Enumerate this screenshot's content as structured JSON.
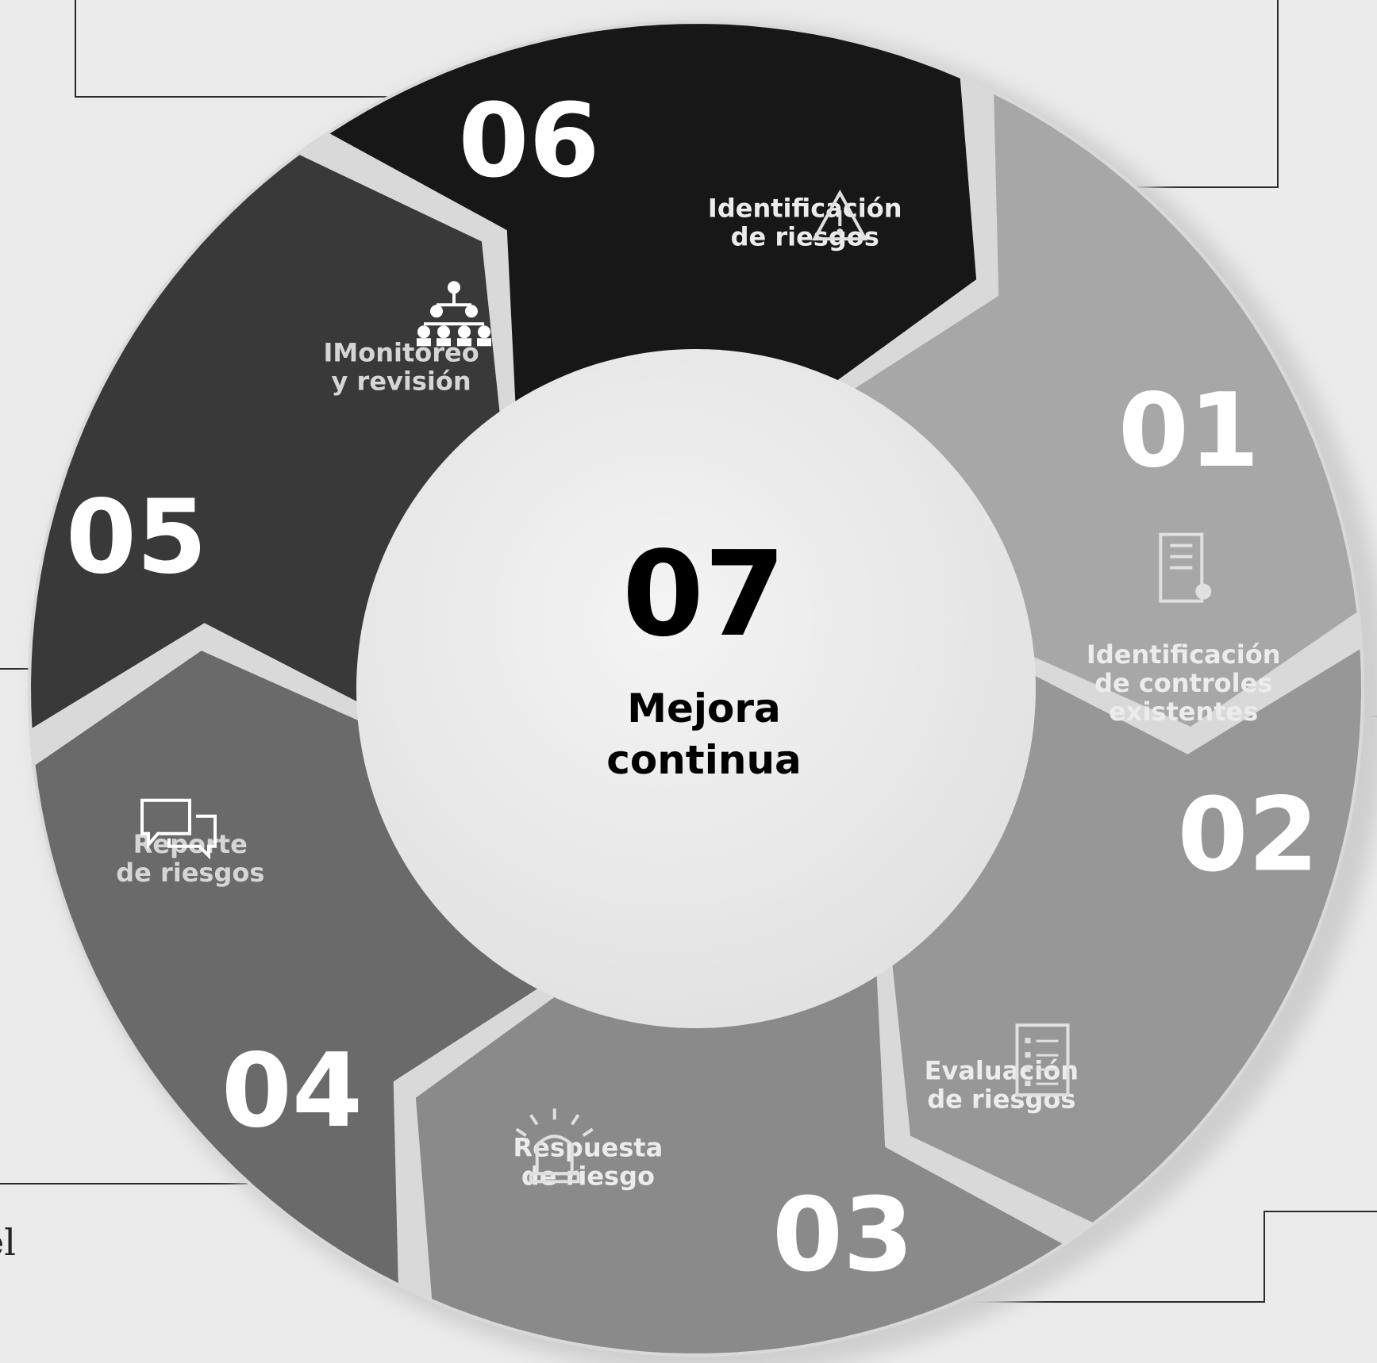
{
  "center": {
    "number": "07",
    "label_line1": "Mejora",
    "label_line2": "continua"
  },
  "segments": [
    {
      "number": "01",
      "label_line1": "Identificación",
      "label_line2": "de riesgos",
      "label_line3": "",
      "icon": "warning-triangle-icon",
      "color": "#a7a7a7"
    },
    {
      "number": "02",
      "label_line1": "Identificación",
      "label_line2": "de controles",
      "label_line3": "existentes",
      "icon": "document-icon",
      "color": "#979797"
    },
    {
      "number": "03",
      "label_line1": "Evaluación",
      "label_line2": "de riesgos",
      "label_line3": "",
      "icon": "checklist-icon",
      "color": "#8a8a8a"
    },
    {
      "number": "04",
      "label_line1": "Respuesta",
      "label_line2": "de riesgo",
      "label_line3": "",
      "icon": "alarm-siren-icon",
      "color": "#6a6a6a"
    },
    {
      "number": "05",
      "label_line1": "Reporte",
      "label_line2": "de riesgos",
      "label_line3": "",
      "icon": "chat-bubbles-icon",
      "color": "#393939"
    },
    {
      "number": "06",
      "label_line1": "IMonitoreo",
      "label_line2": "y revisión",
      "label_line3": "",
      "icon": "hierarchy-icon",
      "color": "#171717"
    }
  ],
  "edge_text": {
    "line1": "el",
    "line2": ""
  }
}
